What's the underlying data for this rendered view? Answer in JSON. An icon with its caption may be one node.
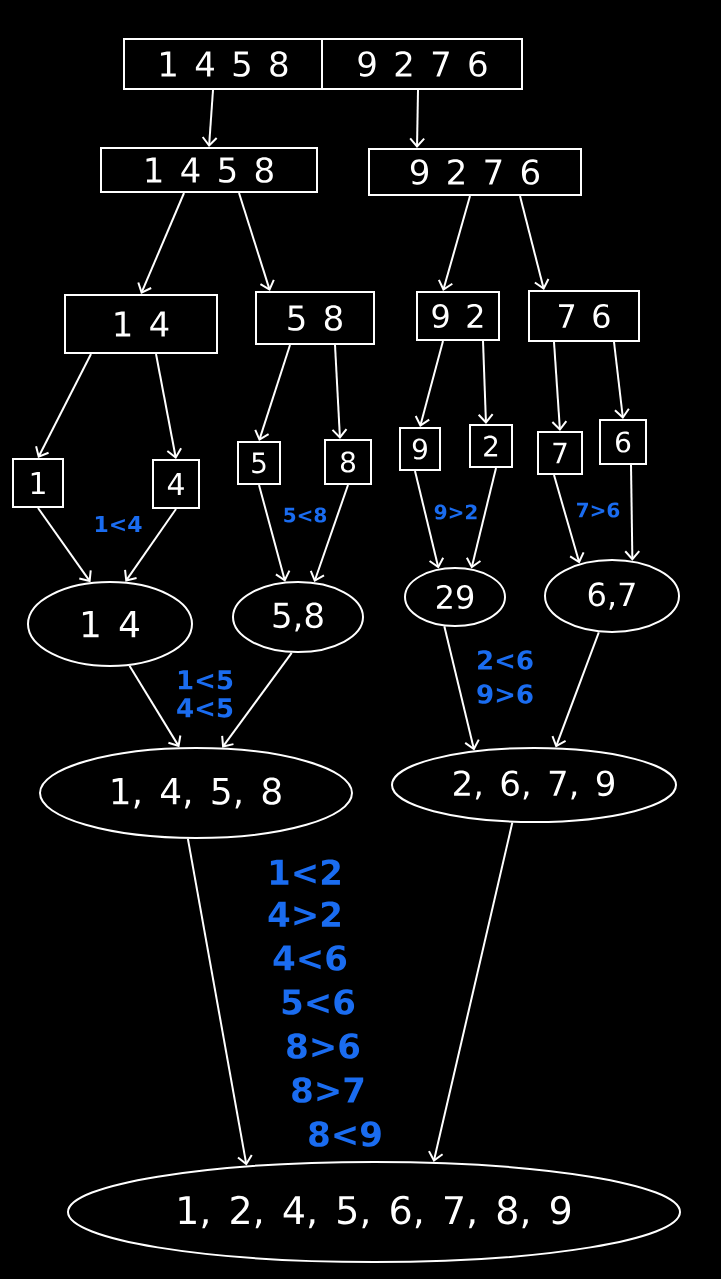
{
  "diagram": {
    "nodes": [
      {
        "text": [
          "1 4 5 8",
          "9 2 7 6"
        ]
      },
      {
        "text": [
          "1 4 5 8"
        ]
      },
      {
        "text": [
          "9 2 7 6"
        ]
      },
      {
        "text": [
          "1 4"
        ]
      },
      {
        "text": [
          "5 8"
        ]
      },
      {
        "text": [
          "9 2"
        ]
      },
      {
        "text": [
          "7 6"
        ]
      },
      {
        "text": [
          "1"
        ]
      },
      {
        "text": [
          "4"
        ]
      },
      {
        "text": [
          "5"
        ]
      },
      {
        "text": [
          "8"
        ]
      },
      {
        "text": [
          "9"
        ]
      },
      {
        "text": [
          "2"
        ]
      },
      {
        "text": [
          "7"
        ]
      },
      {
        "text": [
          "6"
        ]
      },
      {
        "text": [
          "1 4"
        ]
      },
      {
        "text": [
          "5,8"
        ]
      },
      {
        "text": [
          "29"
        ]
      },
      {
        "text": [
          "6,7"
        ]
      },
      {
        "text": [
          "1, 4, 5, 8"
        ]
      },
      {
        "text": [
          "2, 6, 7, 9"
        ]
      },
      {
        "text": [
          "1, 2, 4, 5, 6, 7, 8, 9"
        ]
      }
    ],
    "edges": [
      {
        "from": 0,
        "to": 1,
        "arrow": "to"
      },
      {
        "from": 0,
        "to": 2,
        "arrow": "to"
      },
      {
        "from": 1,
        "to": 3,
        "arrow": "to"
      },
      {
        "from": 1,
        "to": 4,
        "arrow": "to"
      },
      {
        "from": 2,
        "to": 5,
        "arrow": "to"
      },
      {
        "from": 2,
        "to": 6,
        "arrow": "to"
      },
      {
        "from": 3,
        "to": 7,
        "arrow": "to"
      },
      {
        "from": 3,
        "to": 8,
        "arrow": "to"
      },
      {
        "from": 4,
        "to": 9,
        "arrow": "to"
      },
      {
        "from": 4,
        "to": 10,
        "arrow": "to"
      },
      {
        "from": 5,
        "to": 11,
        "arrow": "to"
      },
      {
        "from": 5,
        "to": 12,
        "arrow": "to"
      },
      {
        "from": 6,
        "to": 13,
        "arrow": "to"
      },
      {
        "from": 6,
        "to": 14,
        "arrow": "to"
      },
      {
        "from": 7,
        "to": 15,
        "arrow": "to"
      },
      {
        "from": 8,
        "to": 15,
        "arrow": "to"
      },
      {
        "from": 9,
        "to": 16,
        "arrow": "to"
      },
      {
        "from": 10,
        "to": 16,
        "arrow": "to"
      },
      {
        "from": 11,
        "to": 17,
        "arrow": "to"
      },
      {
        "from": 12,
        "to": 17,
        "arrow": "to"
      },
      {
        "from": 13,
        "to": 18,
        "arrow": "to"
      },
      {
        "from": 14,
        "to": 18,
        "arrow": "to"
      },
      {
        "from": 15,
        "to": 19,
        "arrow": "to"
      },
      {
        "from": 16,
        "to": 19,
        "arrow": "to"
      },
      {
        "from": 17,
        "to": 20,
        "arrow": "to"
      },
      {
        "from": 18,
        "to": 20,
        "arrow": "to"
      },
      {
        "from": 19,
        "to": 21,
        "arrow": "to"
      },
      {
        "from": 20,
        "to": 21,
        "arrow": "to"
      }
    ],
    "labels": [
      "1<4",
      "5<8",
      "9>2",
      "7>6",
      "1<5",
      "4<5",
      "2<6",
      "9>6",
      "1<2",
      "4>2",
      "4<6",
      "5<6",
      "8>6",
      "8>7",
      "8<9"
    ]
  }
}
